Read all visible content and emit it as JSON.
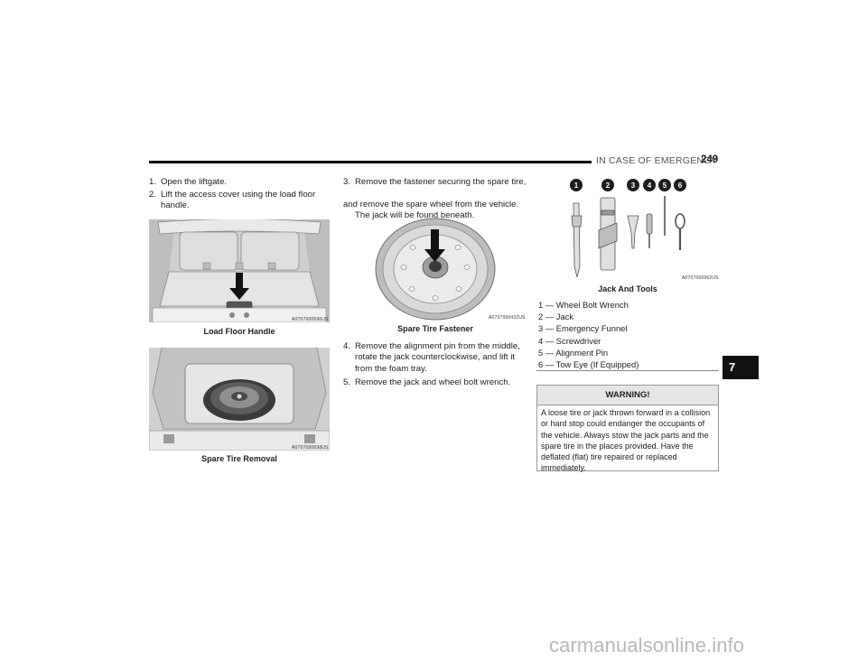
{
  "header": {
    "section_title": "IN CASE OF EMERGENCY",
    "page_number": "249"
  },
  "steps": [
    {
      "num": "1.",
      "lines": [
        "Open the liftgate."
      ]
    },
    {
      "num": "2.",
      "lines": [
        "Lift the access cover using the load floor",
        "handle."
      ]
    },
    {
      "num": "3.",
      "lines": [
        "Remove the fastener securing the spare tire,",
        "and remove the spare wheel from the vehicle.",
        "The jack will be found beneath."
      ]
    },
    {
      "num": "4.",
      "lines": [
        "Remove the alignment pin from the middle,",
        "rotate the jack counterclockwise, and lift it",
        "from the foam tray."
      ]
    },
    {
      "num": "5.",
      "lines": [
        "Remove the jack and wheel bolt wrench."
      ]
    }
  ],
  "figures": {
    "load_floor": {
      "caption": "Load Floor Handle",
      "code": "A0707000696US"
    },
    "spare_removal": {
      "caption": "Spare Tire Removal",
      "code": "A0707000698US"
    },
    "spare_fastener": {
      "caption": "Spare Tire Fastener",
      "code": "A0707000432US"
    },
    "jack_tools": {
      "caption": "Jack And Tools",
      "code": "A0707000962US",
      "badges": [
        "1",
        "2",
        "3",
        "4",
        "5",
        "6"
      ]
    }
  },
  "legend": [
    "1 — Wheel Bolt Wrench",
    "2 — Jack",
    "3 — Emergency Funnel",
    "4 — Screwdriver",
    "5 — Alignment Pin",
    "6 — Tow Eye (If Equipped)"
  ],
  "warning": {
    "title": "WARNING!",
    "lines": [
      "A loose tire or jack thrown forward in a collision",
      "or hard stop could endanger the occupants of",
      "the vehicle. Always stow the jack parts and the",
      "spare tire in the places provided. Have the",
      "deflated (flat) tire repaired or replaced",
      "immediately."
    ]
  },
  "chapter_tab": "7",
  "watermark": "carmanualsonline.info",
  "colors": {
    "figure_bg": "#d3d3d3",
    "tab_bg": "#111111",
    "warning_head_bg": "#e6e6e6"
  }
}
